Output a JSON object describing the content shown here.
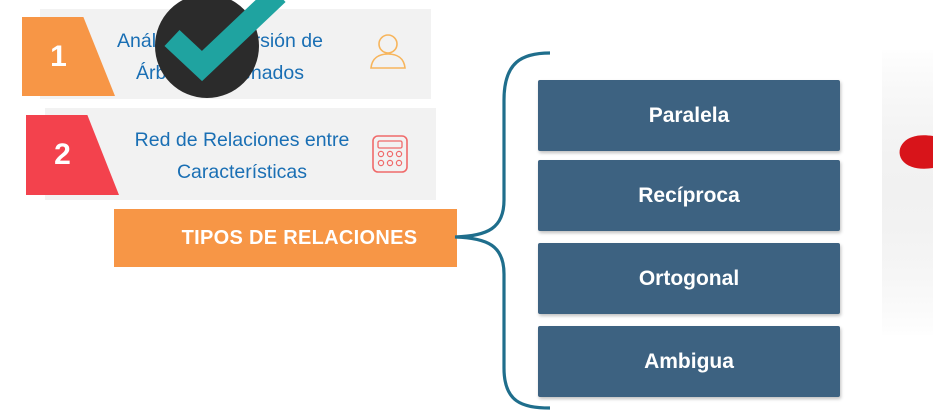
{
  "steps": [
    {
      "number": "1",
      "text_line1": "Análisis de Inversión de",
      "text_line2": "Árboles Ordenados",
      "icon": "user-icon"
    },
    {
      "number": "2",
      "text_line1": "Red de Relaciones entre",
      "text_line2": "Características",
      "icon": "calculator-icon"
    }
  ],
  "section_label": "TIPOS DE RELACIONES",
  "relation_types": [
    "Paralela",
    "Recíproca",
    "Ortogonal",
    "Ambigua"
  ],
  "colors": {
    "orange": "#f79646",
    "red": "#f3424d",
    "blue_text": "#1a6fb4",
    "navy_box": "#3d6281",
    "brace": "#1f6e8c",
    "check_teal": "#1fa3a0",
    "check_circle": "#2b2b2b"
  }
}
